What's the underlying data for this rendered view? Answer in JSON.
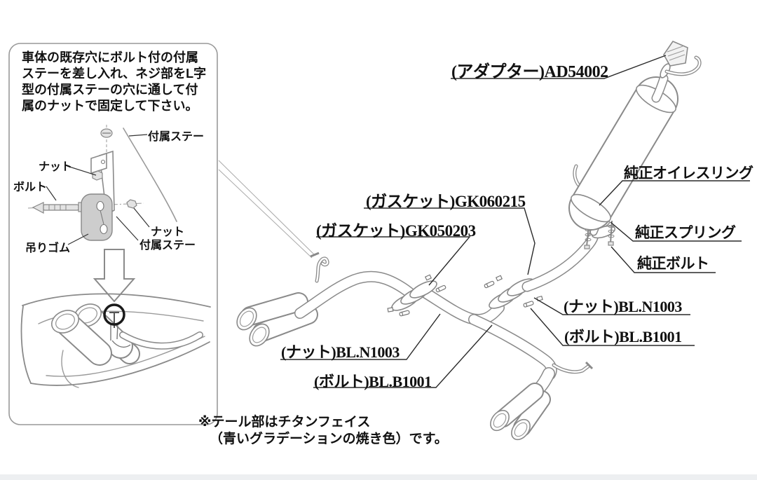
{
  "colors": {
    "background": "#ffffff",
    "line_art": "#8a8a8a",
    "label_text": "#111111",
    "leader_line": "#2a2a2a",
    "highlight_circle": "#1a1a1a",
    "bottom_strip": "#edeff1"
  },
  "instruction_box": {
    "text": "車体の既存穴にボルト付の付属\nステーを差し入れ、ネジ部をL字\n型の付属ステーの穴に通して付\n属のナットで固定して下さい。",
    "labels": {
      "stay_top": "付属ステー",
      "nut_upper": "ナット",
      "bolt": "ボルト",
      "rubber_hanger": "吊りゴム",
      "nut_lower": "ナット",
      "stay_bottom": "付属ステー"
    }
  },
  "part_labels": {
    "adapter": "(アダプター)AD54002",
    "gasket_rear": "(ガスケット)GK060215",
    "gasket_front": "(ガスケット)GK050203",
    "oem_oiless_ring": "純正オイレスリング",
    "oem_spring": "純正スプリング",
    "oem_bolt": "純正ボルト",
    "nut_right": "(ナット)BL.N1003",
    "bolt_right": "(ボルト)BL.B1001",
    "nut_left": "(ナット)BL.N1003",
    "bolt_left": "(ボルト)BL.B1001"
  },
  "footnote": {
    "line1": "※テール部はチタンフェイス",
    "line2": "（青いグラデーションの焼き色）です。"
  }
}
